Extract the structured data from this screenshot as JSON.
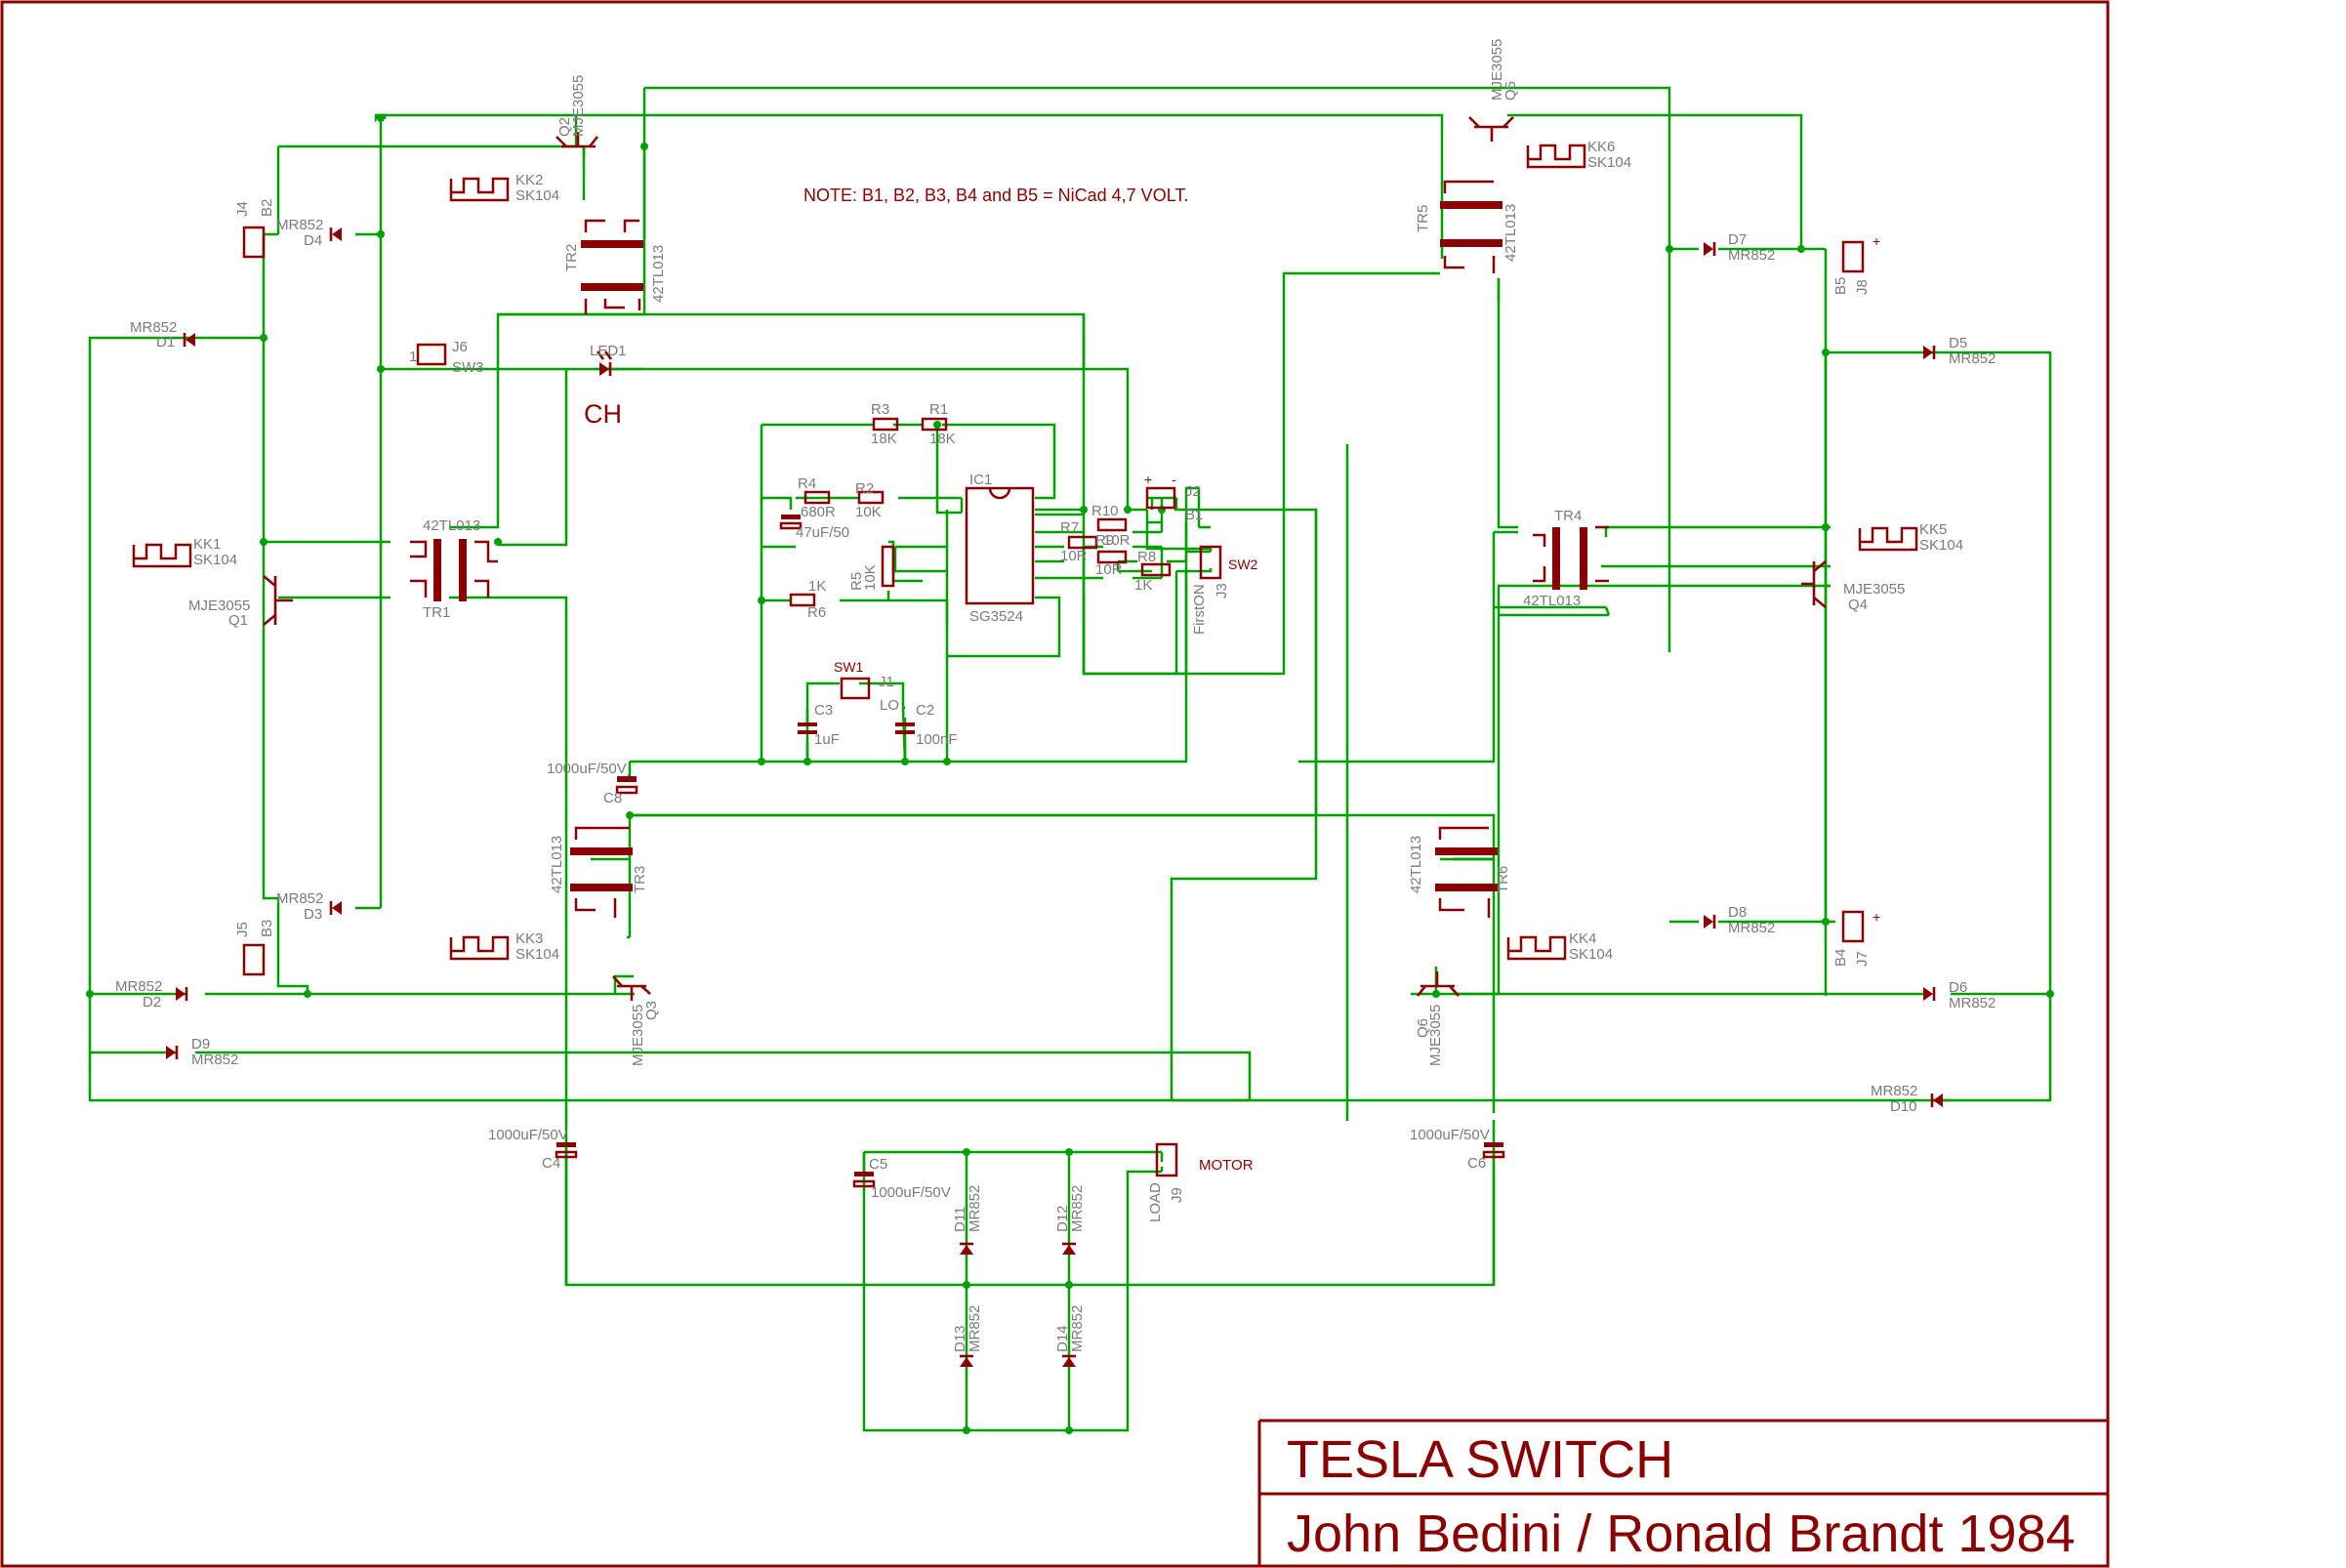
{
  "title_block": {
    "title": "TESLA SWITCH",
    "authors": "John Bedini / Ronald Brandt 1984"
  },
  "note": "NOTE: B1, B2, B3, B4 and B5 = NiCad 4,7 VOLT.",
  "colors": {
    "frame": "#8b0000",
    "wire": "#00a000",
    "part": "#8b0000",
    "label": "#7a7a7a"
  },
  "big_labels": {
    "ch": "CH",
    "motor": "MOTOR",
    "sw2": "SW2",
    "sw1": "SW1"
  },
  "transformers": [
    {
      "name": "TR1",
      "type": "42TL013"
    },
    {
      "name": "TR2",
      "type": "42TL013"
    },
    {
      "name": "TR3",
      "type": "42TL013"
    },
    {
      "name": "TR4",
      "type": "42TL013"
    },
    {
      "name": "TR5",
      "type": "42TL013"
    },
    {
      "name": "TR6",
      "type": "42TL013"
    }
  ],
  "transistors": [
    {
      "name": "Q1",
      "type": "MJE3055"
    },
    {
      "name": "Q2",
      "type": "MJE3055"
    },
    {
      "name": "Q3",
      "type": "MJE3055"
    },
    {
      "name": "Q4",
      "type": "MJE3055"
    },
    {
      "name": "Q5",
      "type": "MJE3055"
    },
    {
      "name": "Q6",
      "type": "MJE3055"
    }
  ],
  "heatsinks": [
    {
      "name": "KK1",
      "type": "SK104"
    },
    {
      "name": "KK2",
      "type": "SK104"
    },
    {
      "name": "KK3",
      "type": "SK104"
    },
    {
      "name": "KK4",
      "type": "SK104"
    },
    {
      "name": "KK5",
      "type": "SK104"
    },
    {
      "name": "KK6",
      "type": "SK104"
    }
  ],
  "diodes": [
    {
      "name": "D1",
      "type": "MR852"
    },
    {
      "name": "D2",
      "type": "MR852"
    },
    {
      "name": "D3",
      "type": "MR852"
    },
    {
      "name": "D4",
      "type": "MR852"
    },
    {
      "name": "D5",
      "type": "MR852"
    },
    {
      "name": "D6",
      "type": "MR852"
    },
    {
      "name": "D7",
      "type": "MR852"
    },
    {
      "name": "D8",
      "type": "MR852"
    },
    {
      "name": "D9",
      "type": "MR852"
    },
    {
      "name": "D10",
      "type": "MR852"
    },
    {
      "name": "D11",
      "type": "MR852"
    },
    {
      "name": "D12",
      "type": "MR852"
    },
    {
      "name": "D13",
      "type": "MR852"
    },
    {
      "name": "D14",
      "type": "MR852"
    }
  ],
  "capacitors": [
    {
      "name": "C2",
      "value": "100nF"
    },
    {
      "name": "C3",
      "value": "1uF"
    },
    {
      "name": "C4",
      "value": "1000uF/50V"
    },
    {
      "name": "C5",
      "value": "1000uF/50V"
    },
    {
      "name": "C6",
      "value": "1000uF/50V"
    },
    {
      "name": "C8",
      "value": "1000uF/50V"
    }
  ],
  "resistors": [
    {
      "name": "R1",
      "value": "18K"
    },
    {
      "name": "R2",
      "value": "10K"
    },
    {
      "name": "R3",
      "value": "18K"
    },
    {
      "name": "R4",
      "value": "680R"
    },
    {
      "name": "R5",
      "value": "10K"
    },
    {
      "name": "R6",
      "value": "1K"
    },
    {
      "name": "R7",
      "value": "10R"
    },
    {
      "name": "R8",
      "value": "1K"
    },
    {
      "name": "R9",
      "value": "10R"
    },
    {
      "name": "R10",
      "value": "10R"
    }
  ],
  "ic": {
    "name": "IC1",
    "type": "SG3524"
  },
  "small_texts": {
    "c1": "47uF/50",
    "r6val": "1K",
    "r8val": "1K",
    "lo": "LO",
    "b1": "B1",
    "b2": "B2",
    "b3": "B3",
    "b4": "B4",
    "b5": "B5",
    "j1": "J1",
    "j2": "J2",
    "j3": "J3",
    "j4": "J4",
    "j5": "J5",
    "j6": "J6",
    "j7": "J7",
    "j8": "J8",
    "j9": "J9",
    "led1": "LED1",
    "sw3": "SW3",
    "firston": "FirstON",
    "load": "LOAD",
    "plus": "+",
    "minus": "-",
    "one": "1"
  }
}
